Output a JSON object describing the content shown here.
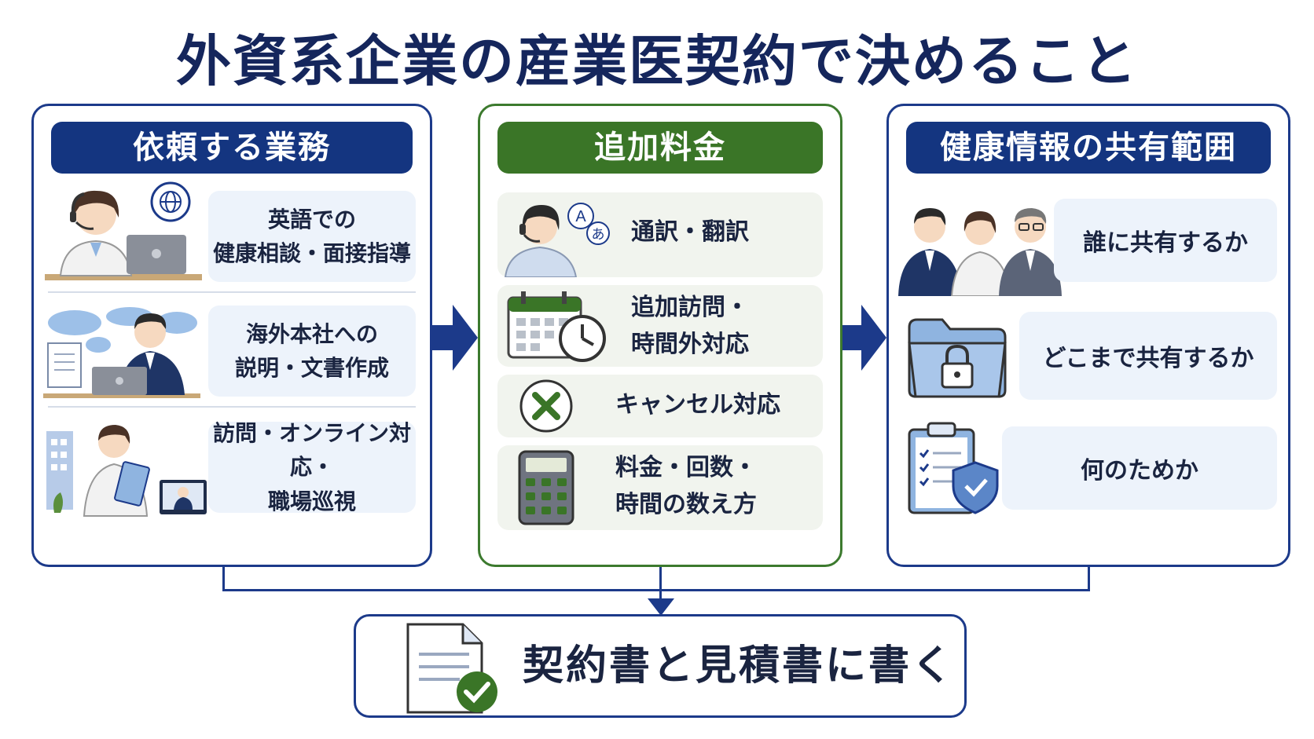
{
  "title": "外資系企業の産業医契約で決めること",
  "columns": {
    "left": {
      "header": "依頼する業務",
      "items": [
        {
          "text": "英語での\n健康相談・面接指導",
          "icon": "headset-doctor-laptop-icon"
        },
        {
          "text": "海外本社への\n説明・文書作成",
          "icon": "world-map-businessman-icon"
        },
        {
          "text": "訪問・オンライン対応・\n職場巡視",
          "icon": "doctor-clipboard-online-icon"
        }
      ]
    },
    "middle": {
      "header": "追加料金",
      "items": [
        {
          "text": "通訳・翻訳",
          "icon": "interpreter-headset-icon"
        },
        {
          "text": "追加訪問・\n時間外対応",
          "icon": "calendar-clock-icon"
        },
        {
          "text": "キャンセル対応",
          "icon": "cancel-x-icon"
        },
        {
          "text": "料金・回数・\n時間の数え方",
          "icon": "calculator-icon"
        }
      ]
    },
    "right": {
      "header": "健康情報の共有範囲",
      "items": [
        {
          "text": "誰に共有するか",
          "icon": "three-people-icon"
        },
        {
          "text": "どこまで共有するか",
          "icon": "locked-folder-icon"
        },
        {
          "text": "何のためか",
          "icon": "clipboard-shield-icon"
        }
      ]
    }
  },
  "bottom": {
    "text": "契約書と見積書に書く",
    "icon": "document-check-icon"
  },
  "colors": {
    "navy": "#143580",
    "green": "#3a7527",
    "card_blue": "#edf3fb",
    "card_green": "#f1f4ee"
  }
}
